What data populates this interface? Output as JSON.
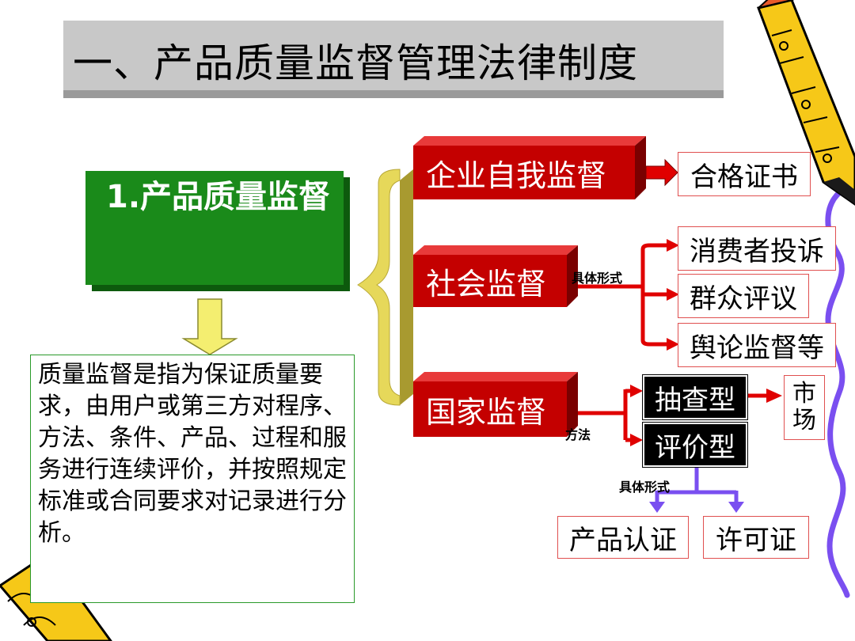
{
  "title": "一、产品质量监督管理法律制度",
  "main_topic": "1.产品质量监督",
  "definition": "质量监督是指为保证质量要求，由用户或第三方对程序、方法、条件、产品、过程和服务进行连续评价，并按照规定标准或合同要求对记录进行分析。",
  "categories": {
    "enterprise": "企业自我监督",
    "social": "社会监督",
    "national": "国家监督"
  },
  "enterprise_result": "合格证书",
  "social_label": "具体形式",
  "social_forms": [
    "消费者投诉",
    "群众评议",
    "舆论监督等"
  ],
  "national_label": "方法",
  "national_methods": [
    "抽查型",
    "评价型"
  ],
  "market": "市场",
  "evaluation_label": "具体形式",
  "evaluation_forms": [
    "产品认证",
    "许可证"
  ],
  "colors": {
    "title_bg": "#c8c8c8",
    "green": "#1a8a1a",
    "red": "#c40000",
    "yellow": "#e6d85a",
    "purple": "#7a4ff0"
  }
}
